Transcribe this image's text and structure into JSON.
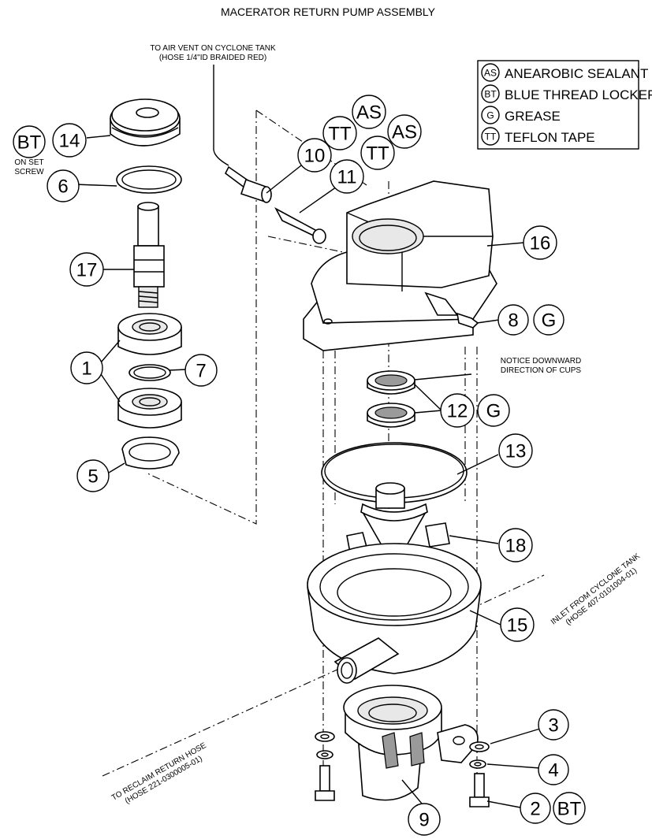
{
  "title": "MACERATOR RETURN PUMP ASSEMBLY",
  "notes": {
    "air_vent_1": "TO AIR VENT ON CYCLONE TANK",
    "air_vent_2": "(HOSE 1/4\"ID BRAIDED RED)",
    "on_set_1": "ON SET",
    "on_set_2": "SCREW",
    "notice_1": "NOTICE DOWNWARD",
    "notice_2": "DIRECTION OF CUPS",
    "inlet_1": "INLET FROM CYCLONE TANK",
    "inlet_2": "(HOSE 407-0101004-01)",
    "reclaim_1": "TO RECLAIM RETURN HOSE",
    "reclaim_2": "(HOSE 221-0300005-01)"
  },
  "legend": [
    {
      "code": "AS",
      "label": "ANEAROBIC SEALANT"
    },
    {
      "code": "BT",
      "label": "BLUE THREAD LOCKER"
    },
    {
      "code": "G",
      "label": "GREASE"
    },
    {
      "code": "TT",
      "label": "TEFLON TAPE"
    }
  ],
  "callouts": [
    "14",
    "6",
    "17",
    "1",
    "7",
    "5",
    "10",
    "11",
    "16",
    "8",
    "12",
    "13",
    "18",
    "15",
    "3",
    "4",
    "2",
    "9"
  ],
  "tags": [
    "BT",
    "TT",
    "AS",
    "TT",
    "AS",
    "G",
    "G",
    "BT"
  ]
}
